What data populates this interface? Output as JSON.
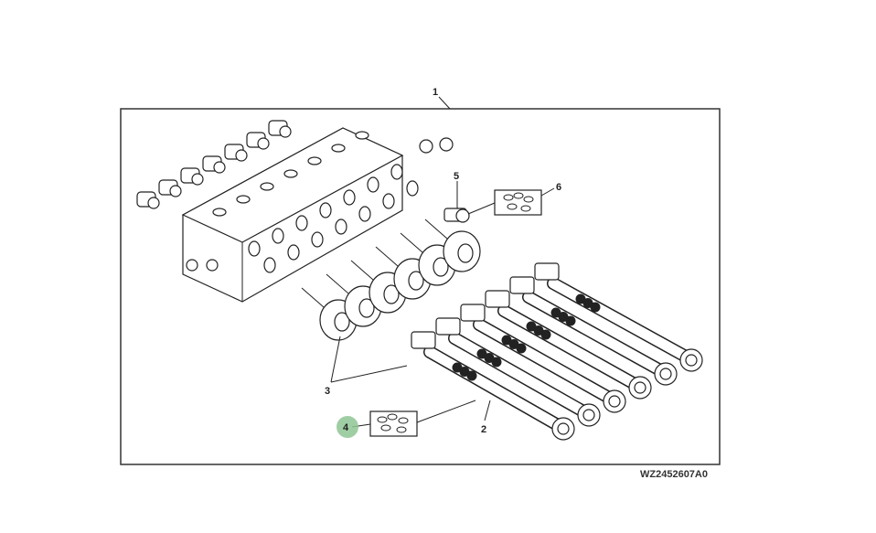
{
  "diagram": {
    "callouts": {
      "c1": "1",
      "c2": "2",
      "c3": "3",
      "c4": "4",
      "c5": "5",
      "c6": "6"
    },
    "figure_id": "WZ2452607A0",
    "highlighted_callout": "4",
    "highlight_color": "#8fc694"
  }
}
